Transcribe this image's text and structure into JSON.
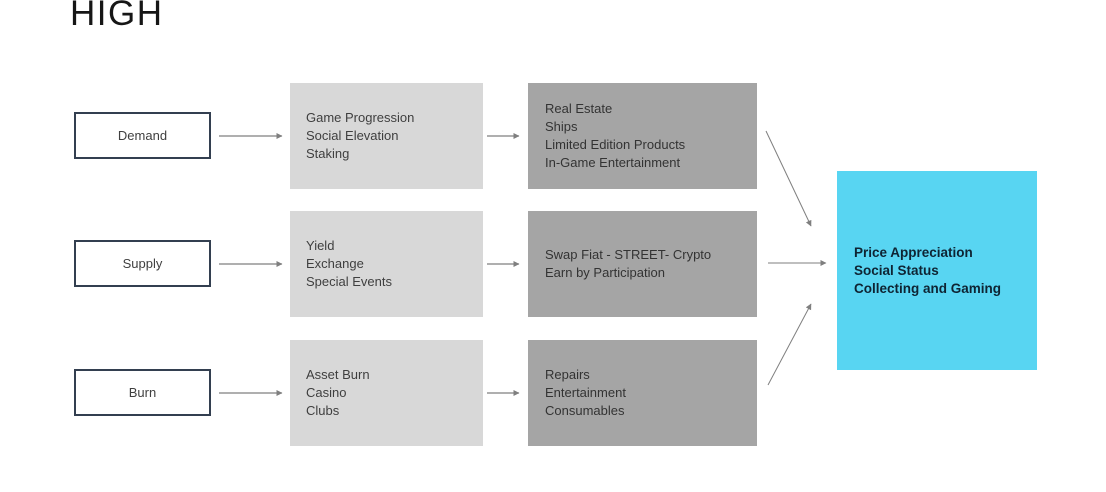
{
  "title": "HIGH",
  "colors": {
    "drivers_box_bg": "#d8d8d8",
    "outputs_box_bg": "#a5a5a5",
    "result_box_bg": "#58d5f2",
    "source_box_border": "#333f50",
    "arrow": "#7f7f7f",
    "result_text": "#0e2433"
  },
  "rows": [
    {
      "source": "Demand",
      "drivers": [
        "Game Progression",
        "Social Elevation",
        "Staking"
      ],
      "outputs": [
        "Real Estate",
        "Ships",
        "Limited Edition Products",
        "In-Game Entertainment"
      ]
    },
    {
      "source": "Supply",
      "drivers": [
        "Yield",
        "Exchange",
        "Special Events"
      ],
      "outputs": [
        "Swap Fiat - STREET- Crypto",
        "Earn by Participation"
      ]
    },
    {
      "source": "Burn",
      "drivers": [
        "Asset Burn",
        "Casino",
        "Clubs"
      ],
      "outputs": [
        "Repairs",
        "Entertainment",
        "Consumables"
      ]
    }
  ],
  "result": {
    "lines": [
      "Price Appreciation",
      "Social Status",
      "Collecting and Gaming"
    ]
  }
}
